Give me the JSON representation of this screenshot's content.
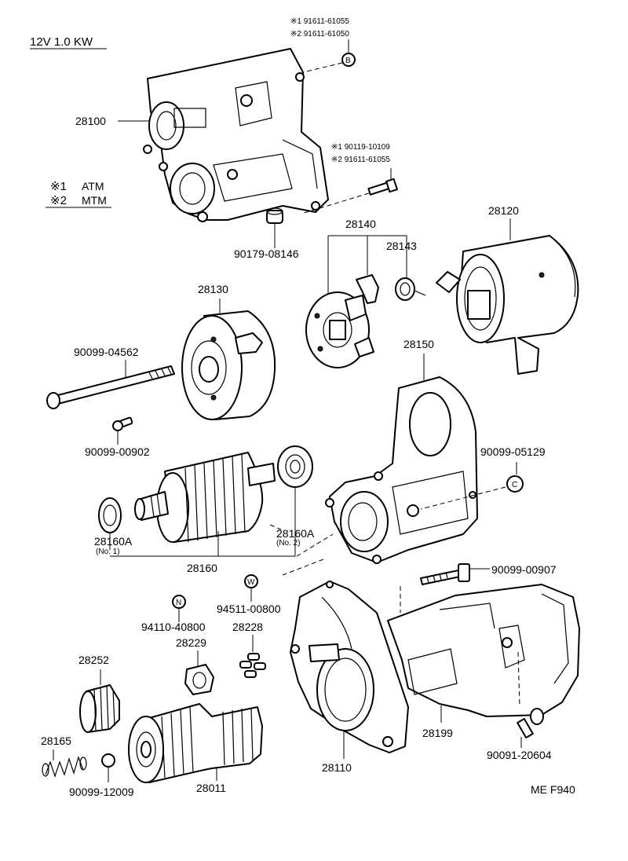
{
  "header": {
    "spec": "12V 1.0 KW"
  },
  "legend": {
    "atm_mark": "※1",
    "atm_label": "ATM",
    "mtm_mark": "※2",
    "mtm_label": "MTM"
  },
  "parts": {
    "p28100": "28100",
    "p91611_61055_a": "※1 91611-61055",
    "p91611_61050": "※2 91611-61050",
    "badge_b": "B",
    "p90119_10109": "※1 90119-10109",
    "p91611_61055_b": "※2 91611-61055",
    "p90179_08146": "90179-08146",
    "p28120": "28120",
    "p28140": "28140",
    "p28143": "28143",
    "p28130": "28130",
    "p90099_04562": "90099-04562",
    "p90099_00902": "90099-00902",
    "p28150": "28150",
    "p90099_05129": "90099-05129",
    "badge_c": "C",
    "p28160A_1": "28160A",
    "p28160A_1_note": "(No. 1)",
    "p28160A_2": "28160A",
    "p28160A_2_note": "(No. 2)",
    "p28160": "28160",
    "p90099_00907": "90099-00907",
    "badge_w": "W",
    "badge_n": "N",
    "p94511_00800": "94511-00800",
    "p94110_40800": "94110-40800",
    "p28228": "28228",
    "p28229": "28229",
    "p28252": "28252",
    "p28165": "28165",
    "p90099_12009": "90099-12009",
    "p28011": "28011",
    "p28110": "28110",
    "p28199": "28199",
    "p90091_20604": "90091-20604"
  },
  "footer": {
    "code": "ME F940"
  }
}
